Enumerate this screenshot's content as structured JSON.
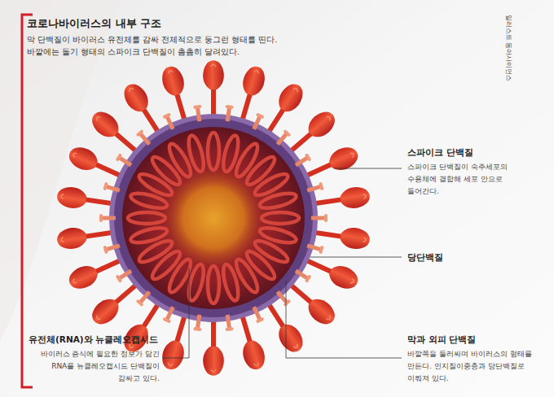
{
  "diagram": {
    "title": "코로나바이러스의 내부 구조",
    "labels": [
      "막 단백질이 바이러스 유전체를 감싸 전체적으로 둥그런 형태를 띤다. 바깥에는 돌기 형태의 스파이크 단백질이 촘촘히 달려있다.",
      "스파이크 단백질",
      "스파이크 단백질이 숙주세포의 수용체에 결합해 세포 안으로 들어간다.",
      "당단백질",
      "막과 외피 단백질",
      "바깥쪽을 둘러싸며 바이러스의 형태를 만든다. 인지질이중층과 당단백질로 이뤄져 있다.",
      "유전체(RNA)와 뉴클레오캡시드",
      "바이러스 증식에 필요한 정보가 담긴 RNA를 뉴클레오캡시드 단백질이 감싸고 있다.",
      "일러스트 동아사이언스"
    ]
  }
}
